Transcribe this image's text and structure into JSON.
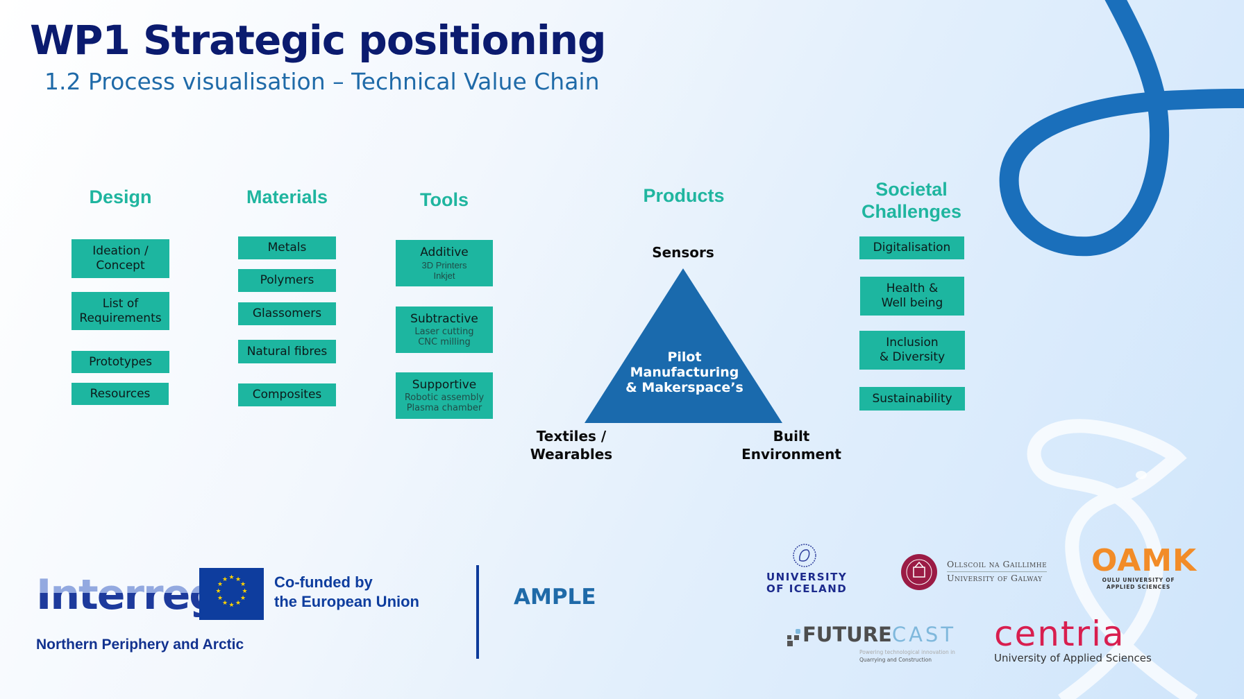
{
  "header": {
    "title": "WP1 Strategic positioning",
    "subtitle": "1.2 Process visualisation – Technical Value Chain"
  },
  "colors": {
    "title": "#0b1b6f",
    "subtitle": "#1f6aa8",
    "column_heading": "#1fb59f",
    "box_fill": "#1db6a0",
    "triangle_fill": "#1a6aad",
    "ribbon": "#1a6fbb"
  },
  "columns": {
    "design": {
      "heading": "Design",
      "items": [
        {
          "label": "Ideation /\nConcept"
        },
        {
          "label": "List of\nRequirements"
        },
        {
          "label": "Prototypes"
        },
        {
          "label": "Resources"
        }
      ]
    },
    "materials": {
      "heading": "Materials",
      "items": [
        {
          "label": "Metals"
        },
        {
          "label": "Polymers"
        },
        {
          "label": "Glassomers"
        },
        {
          "label": "Natural fibres"
        },
        {
          "label": "Composites"
        }
      ]
    },
    "tools": {
      "heading": "Tools",
      "items": [
        {
          "label": "Additive",
          "details": [
            "3D Printers",
            "Inkjet"
          ]
        },
        {
          "label": "Subtractive",
          "details": [
            "Laser cutting",
            "CNC milling"
          ]
        },
        {
          "label": "Supportive",
          "details": [
            "Robotic assembly",
            "Plasma chamber"
          ]
        }
      ]
    },
    "products": {
      "heading": "Products",
      "center": [
        "Pilot",
        "Manufacturing",
        "& Makerspace’s"
      ],
      "top": "Sensors",
      "bottom_left": [
        "Textiles /",
        "Wearables"
      ],
      "bottom_right": [
        "Built",
        "Environment"
      ]
    },
    "societal": {
      "heading": [
        "Societal",
        "Challenges"
      ],
      "items": [
        {
          "label": "Digitalisation"
        },
        {
          "label": "Health &\nWell being"
        },
        {
          "label": "Inclusion\n& Diversity"
        },
        {
          "label": "Sustainability"
        }
      ]
    }
  },
  "footer": {
    "interreg": "Interreg",
    "cofunded": [
      "Co-funded by",
      "the European Union"
    ],
    "program": "Northern Periphery and Arctic",
    "project": "AMPLE",
    "partners": {
      "iceland": [
        "UNIVERSITY",
        "OF ICELAND"
      ],
      "galway": [
        "Ollscoil na Gaillimhe",
        "University of Galway"
      ],
      "oamk": {
        "name": "OAMK",
        "sub": [
          "OULU UNIVERSITY OF",
          "APPLIED SCIENCES"
        ]
      },
      "futurecast": {
        "name_a": "FUTURE",
        "name_b": "CAST",
        "tagline": [
          "Powering technological innovation in",
          "Quarrying and Construction"
        ]
      },
      "centria": {
        "name": "centria",
        "sub": "University of Applied Sciences"
      }
    }
  }
}
